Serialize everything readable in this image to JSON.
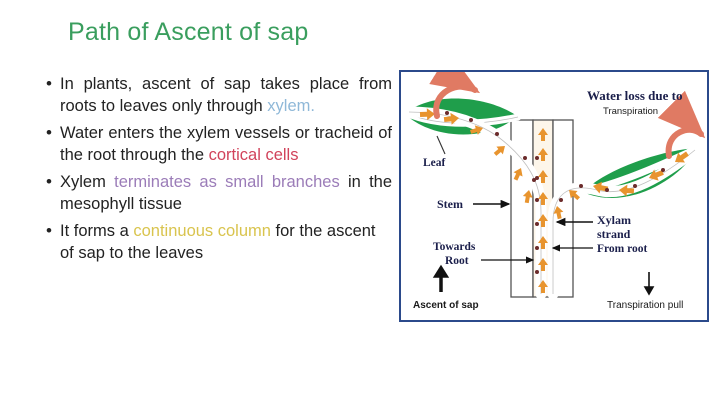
{
  "slide": {
    "title": "Path of Ascent of sap",
    "title_color": "#3a9e5e",
    "background": "#ffffff"
  },
  "bullets": [
    {
      "id": "bullet-1",
      "segments": [
        {
          "text": "In plants, ascent of sap takes place from roots to leaves only through ",
          "style": "normal"
        },
        {
          "text": "xylem.",
          "style": "blue"
        }
      ],
      "plain": "In plants, ascent of sap takes place from roots to leaves only through xylem."
    },
    {
      "id": "bullet-2",
      "segments": [
        {
          "text": "Water enters the xylem vessels or tracheid of the root through the ",
          "style": "normal"
        },
        {
          "text": "cortical cells",
          "style": "red"
        }
      ],
      "plain": "Water enters the xylem vessels or tracheid of the root through the cortical cells"
    },
    {
      "id": "bullet-3",
      "segments": [
        {
          "text": "Xylem ",
          "style": "normal"
        },
        {
          "text": "terminates as small branches",
          "style": "purple"
        },
        {
          "text": " in the mesophyll tissue",
          "style": "normal"
        }
      ],
      "plain": "Xylem terminates as small branches in the mesophyll tissue"
    },
    {
      "id": "bullet-4",
      "segments": [
        {
          "text": "It forms a ",
          "style": "normal"
        },
        {
          "text": "continuous column",
          "style": "gold"
        },
        {
          "text": " for the ascent of sap to the leaves",
          "style": "normal"
        }
      ],
      "plain": "It forms a continuous column for the ascent of sap to the leaves"
    }
  ],
  "bullet_marker": "•",
  "colors": {
    "title_green": "#3a9e5e",
    "xylem_blue": "#8fb8d8",
    "cortical_red": "#d1435b",
    "branches_purple": "#9b7cb8",
    "column_gold": "#d9c44e",
    "body_text": "#222222",
    "diagram_border": "#2b4a8b",
    "leaf_green": "#1f9e4b",
    "arrow_orange": "#e8942e",
    "transpiration_salmon": "#e07a63",
    "label_navy": "#1b1f4b",
    "stem_outline": "#555555"
  },
  "diagram": {
    "name": "ascent-of-sap-diagram",
    "labels": {
      "water_loss_title": "Water loss due to",
      "water_loss_sub": "Transpiration",
      "leaf": "Leaf",
      "stem": "Stem",
      "towards_root_line1": "Towards",
      "towards_root_line2": "Root",
      "xylem_strand_line1": "Xylam",
      "xylem_strand_line2": "strand",
      "from_root": "From root",
      "ascent_of_sap": "Ascent of sap",
      "transpiration_pull": "Transpiration pull"
    },
    "arrows": {
      "ascent_direction": "up",
      "transpiration_direction": "down"
    }
  }
}
